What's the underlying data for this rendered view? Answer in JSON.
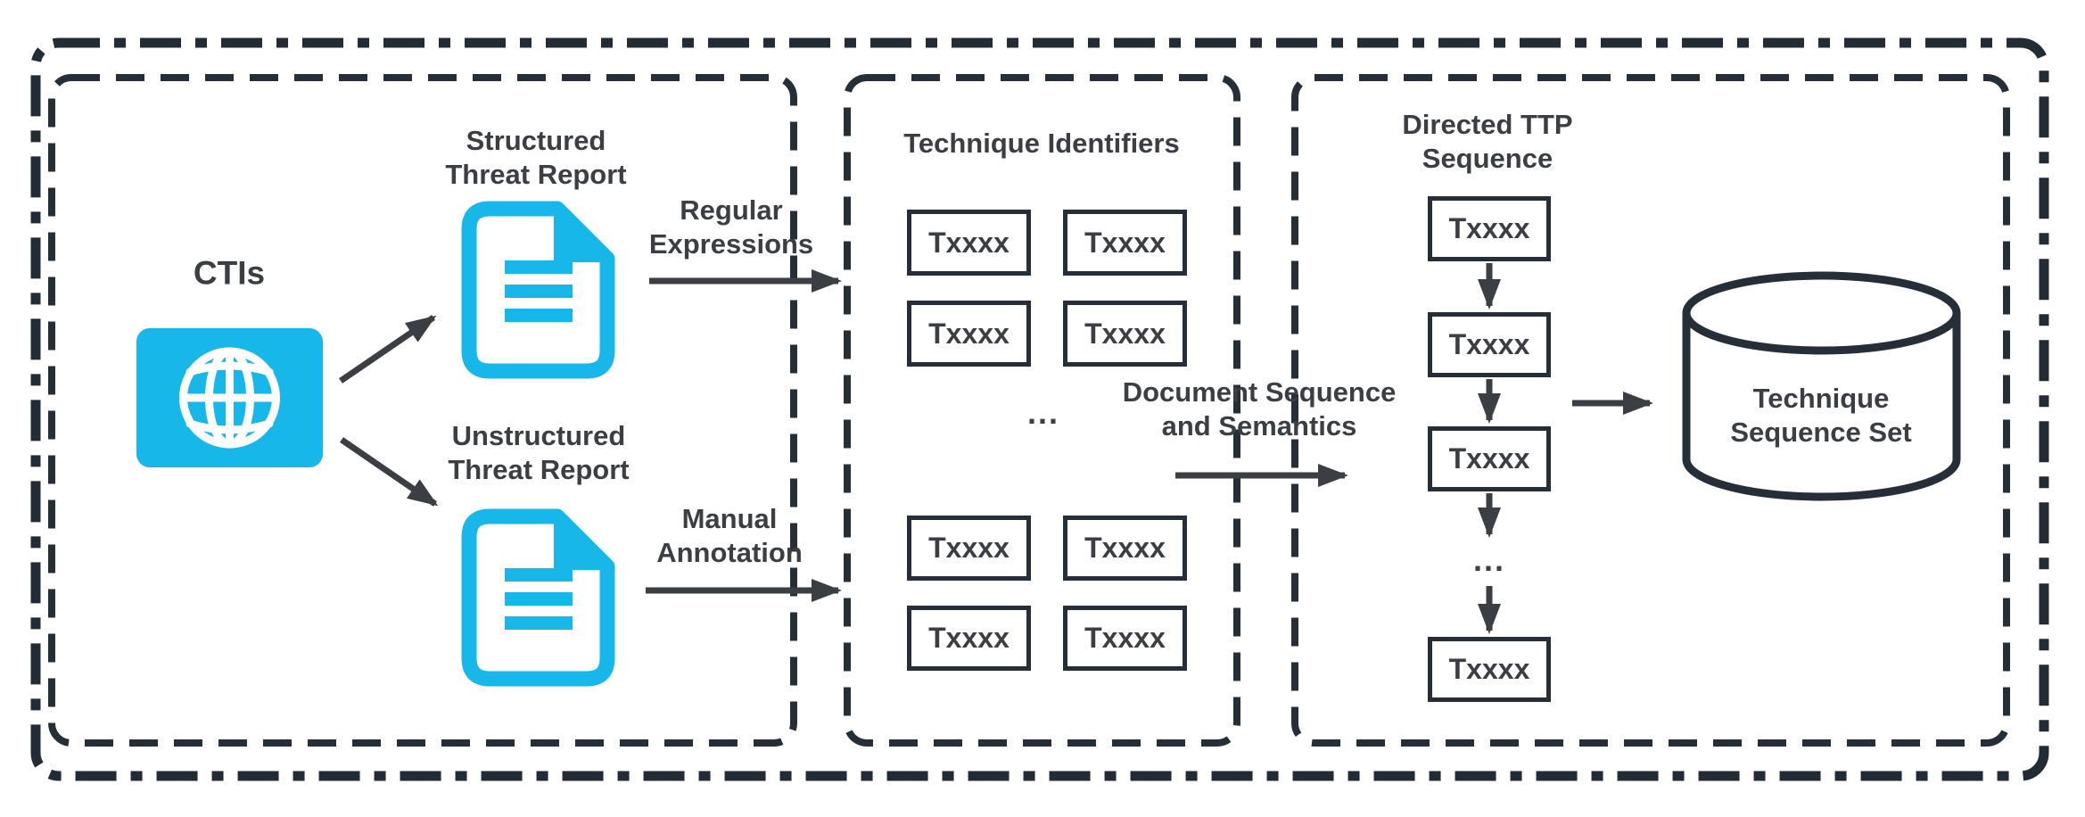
{
  "figure_title": "CTI to TTP sequence extraction pipeline",
  "colors": {
    "accent_cyan": "#18b7ea",
    "ink_dark": "#262e38",
    "text_dark": "#3b3e43",
    "background": "#ffffff"
  },
  "cti_panel": {
    "title": "CTIs",
    "structured_label": "Structured\nThreat Report",
    "unstructured_label": "Unstructured\nThreat Report"
  },
  "flows": {
    "regex_label": "Regular\nExpressions",
    "manual_label": "Manual\nAnnotation",
    "docseq_label": "Document Sequence\nand Semantics"
  },
  "identifiers_panel": {
    "title": "Technique Identifiers",
    "ellipsis": "...",
    "boxes": [
      "Txxxx",
      "Txxxx",
      "Txxxx",
      "Txxxx",
      "Txxxx",
      "Txxxx",
      "Txxxx",
      "Txxxx"
    ]
  },
  "sequence_panel": {
    "title": "Directed TTP\nSequence",
    "ellipsis": "...",
    "chain": [
      "Txxxx",
      "Txxxx",
      "Txxxx",
      "Txxxx"
    ],
    "store_label": "Technique\nSequence Set"
  },
  "icons": {
    "source": "globe-icon",
    "structured_report": "document-icon",
    "unstructured_report": "document-icon",
    "store": "database-cylinder-icon"
  }
}
